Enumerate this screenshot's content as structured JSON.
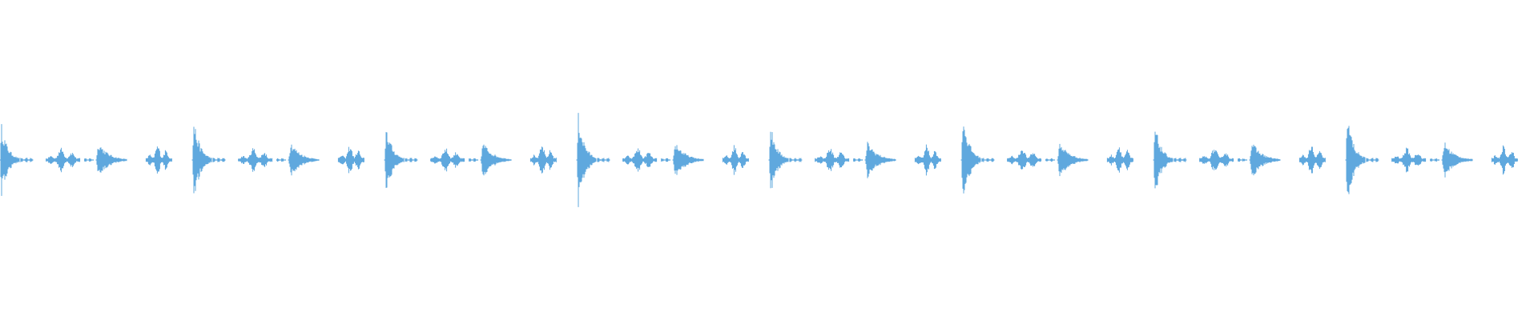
{
  "waveform": {
    "color": "#5fa8de",
    "background": "#ffffff",
    "pattern_repeats": 8,
    "pattern": [
      {
        "t": 0.0,
        "dur": 0.013,
        "amp": 0.23,
        "shape": "decay"
      },
      {
        "t": 0.0135,
        "dur": 0.008,
        "amp": 0.015,
        "shape": "flat"
      },
      {
        "t": 0.03,
        "dur": 0.022,
        "amp": 0.08,
        "shape": "burst"
      },
      {
        "t": 0.055,
        "dur": 0.006,
        "amp": 0.012,
        "shape": "flat"
      },
      {
        "t": 0.0625,
        "dur": 0.02,
        "amp": 0.12,
        "shape": "decay"
      },
      {
        "t": 0.095,
        "dur": 0.017,
        "amp": 0.1,
        "shape": "burst"
      }
    ],
    "peak_scale": [
      1.0,
      1.15,
      1.0,
      1.3,
      1.0,
      1.35,
      1.0,
      1.28
    ]
  }
}
